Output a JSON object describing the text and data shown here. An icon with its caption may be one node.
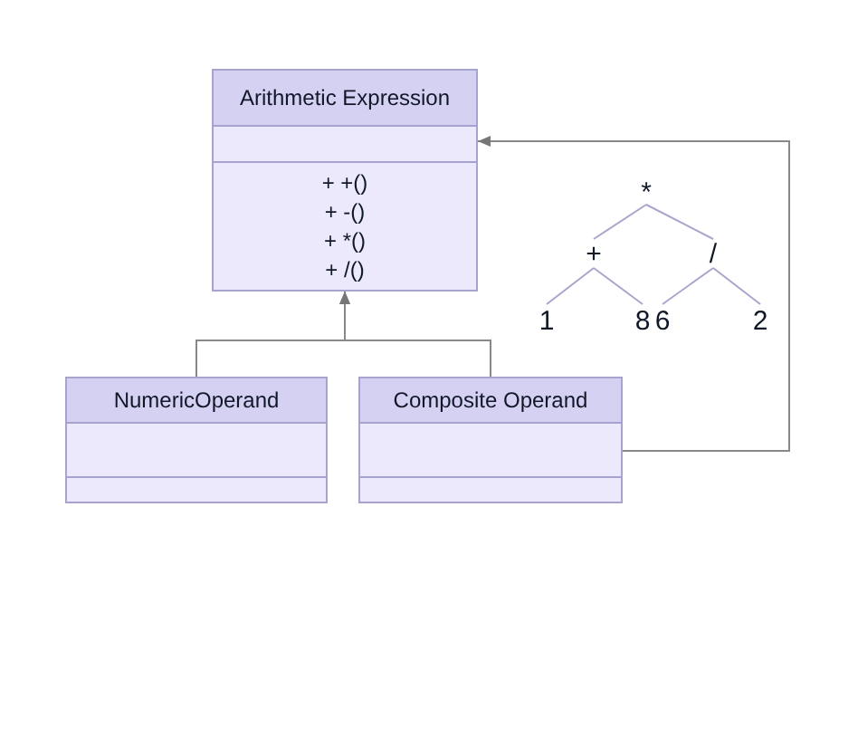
{
  "diagram": {
    "nodes": [
      {
        "text": [
          "Arithmetic Expression",
          "+ +()",
          "+ -()",
          "+ *()",
          "+ /()"
        ]
      },
      {
        "text": [
          "NumericOperand"
        ]
      },
      {
        "text": [
          "Composite Operand"
        ]
      },
      {
        "text": [
          "*"
        ]
      },
      {
        "text": [
          "+"
        ]
      },
      {
        "text": [
          "/"
        ]
      },
      {
        "text": [
          "1"
        ]
      },
      {
        "text": [
          "8"
        ]
      },
      {
        "text": [
          "6"
        ]
      },
      {
        "text": [
          "2"
        ]
      }
    ],
    "edges": [
      {
        "from": 1,
        "to": 0,
        "arrow": "to"
      },
      {
        "from": 2,
        "to": 0,
        "arrow": "to"
      },
      {
        "from": 2,
        "to": 0,
        "arrow": "to"
      },
      {
        "from": 3,
        "to": 4,
        "arrow": "none"
      },
      {
        "from": 3,
        "to": 5,
        "arrow": "none"
      },
      {
        "from": 4,
        "to": 6,
        "arrow": "none"
      },
      {
        "from": 4,
        "to": 7,
        "arrow": "none"
      },
      {
        "from": 5,
        "to": 8,
        "arrow": "none"
      },
      {
        "from": 5,
        "to": 9,
        "arrow": "none"
      }
    ]
  }
}
